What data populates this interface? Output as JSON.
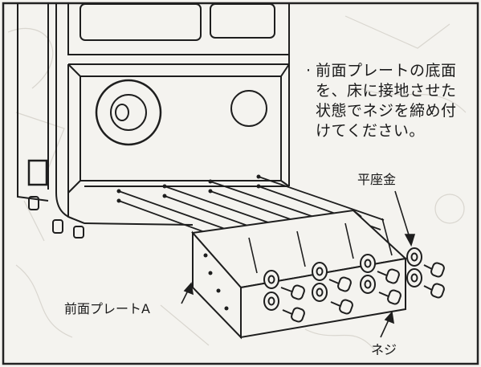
{
  "instruction": {
    "bullet": "·",
    "lines": [
      "前面プレートの底面",
      "を、床に接地させた",
      "状態でネジを締め付",
      "けてください。"
    ]
  },
  "labels": {
    "washer": "平座金",
    "front_plate": "前面プレートA",
    "screw": "ネジ"
  }
}
